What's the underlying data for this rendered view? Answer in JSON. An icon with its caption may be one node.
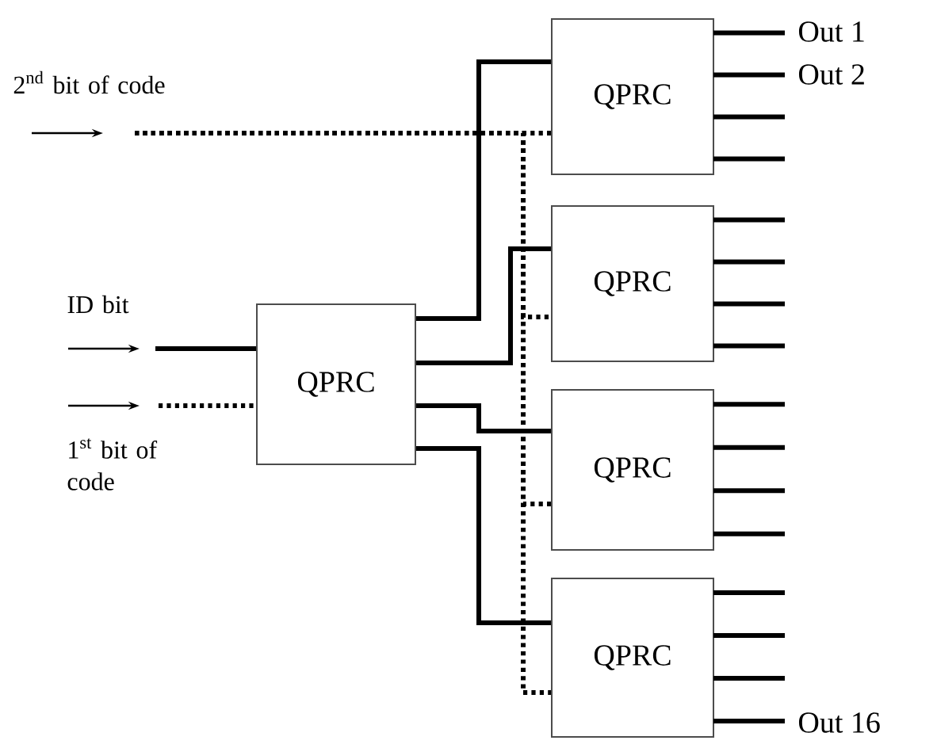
{
  "diagram": {
    "nodes": [
      {
        "text": [
          "QPRC"
        ]
      },
      {
        "text": [
          "QPRC"
        ]
      },
      {
        "text": [
          "QPRC"
        ]
      },
      {
        "text": [
          "QPRC"
        ]
      },
      {
        "text": [
          "QPRC"
        ]
      }
    ],
    "edges": [
      {
        "from": null,
        "to": 1,
        "arrow": "none",
        "style": "dashed"
      },
      {
        "from": null,
        "to": 2,
        "arrow": "none",
        "style": "dashed"
      },
      {
        "from": null,
        "to": 3,
        "arrow": "none",
        "style": "dashed"
      },
      {
        "from": null,
        "to": 4,
        "arrow": "none",
        "style": "dashed"
      },
      {
        "from": null,
        "to": 0,
        "arrow": "none"
      },
      {
        "from": null,
        "to": 0,
        "arrow": "none",
        "style": "dashed"
      },
      {
        "from": 0,
        "to": 1,
        "arrow": "none"
      },
      {
        "from": 0,
        "to": 2,
        "arrow": "none"
      },
      {
        "from": 0,
        "to": 3,
        "arrow": "none"
      },
      {
        "from": 0,
        "to": 4,
        "arrow": "none"
      }
    ],
    "labels": [
      "2$^{nd}$ bit of code",
      "ID bit",
      "1$^{st}$ bit of code",
      "Out 1",
      "Out 2",
      "Out 16"
    ]
  }
}
